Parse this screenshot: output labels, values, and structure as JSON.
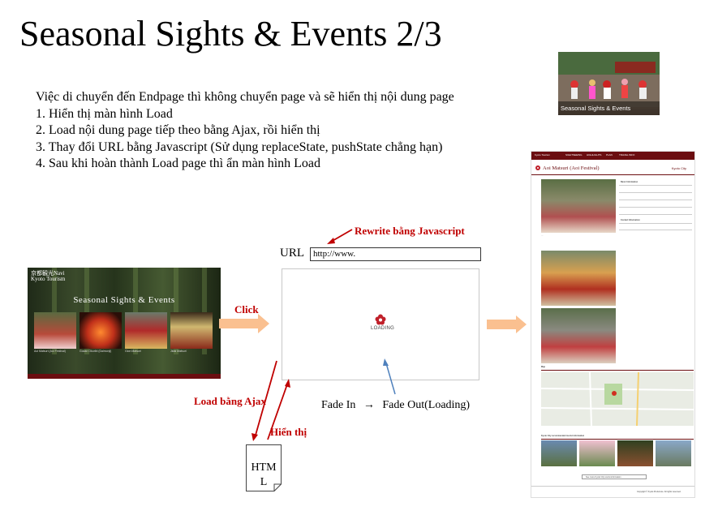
{
  "title": "Seasonal Sights & Events 2/3",
  "description": [
    "Việc di chuyển đến Endpage thì không chuyển page và sẽ hiển thị nội dung page",
    "1. Hiển thị màn hình Load",
    "2. Load nội dung page tiếp theo bằng Ajax, rồi hiển thị",
    "3. Thay đổi URL bằng Javascript (Sử dụng replaceState, pushState chẳng hạn)",
    "4. Sau khi hoàn thành Load page thì ẩn màn hình Load"
  ],
  "labels": {
    "rewrite": "Rewrite bằng Javascript",
    "click": "Click",
    "load_ajax": "Load bằng Ajax",
    "display": "Hiển thị",
    "url_label": "URL",
    "url_value": "http://www.",
    "loading": "LOADING",
    "fade_in": "Fade In",
    "fade_arrow": "→",
    "fade_out": "Fade Out(Loading)",
    "html_doc_line1": "HTM",
    "html_doc_line2": "L"
  },
  "hero": {
    "logo_line1": "京都観光Navi",
    "logo_line2": "Kyoto Tourism",
    "title": "Seasonal Sights & Events",
    "captions": [
      "Aoi Matsuri (Aoi Festival)",
      "Gozan Okuribi (Daimonji)",
      "Gion Matsuri",
      "Jidai Matsuri"
    ],
    "scroll_icon": "chevron-up-icon"
  },
  "thumbnail": {
    "caption": "Seasonal Sights & Events"
  },
  "endpage": {
    "header_logo": "Kyoto Tourism",
    "nav": [
      "SIGHTSEEING",
      "HIGHLIGHTS",
      "PLAN",
      "TRAVEL INFO"
    ],
    "title": "Aoi Matsuri (Aoi Festival)",
    "city": "Kyoto City",
    "info_heading": "Basic Information",
    "contact_heading": "Contact Information",
    "map_heading": "Map",
    "recommended_heading": "Kyoto City recommended tourist information",
    "more_button": "See more Kyoto City tourist information",
    "copyright": "Copyright © Kyoto Prefecture. All rights reserved."
  },
  "colors": {
    "accent_red": "#c00000",
    "brand_maroon": "#6b0d10",
    "arrow_orange": "#fac090",
    "arrow_blue": "#4f81bd"
  }
}
